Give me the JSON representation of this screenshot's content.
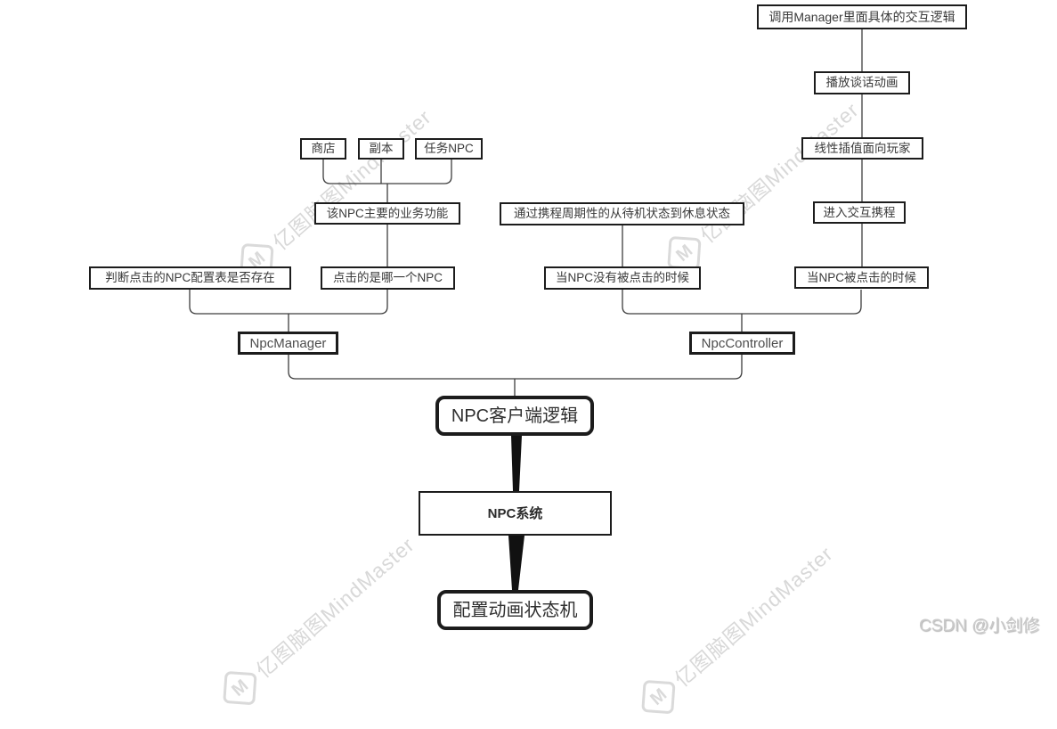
{
  "diagram": {
    "nodes": {
      "call_manager_logic": "调用Manager里面具体的交互逻辑",
      "play_talk_anim": "播放谈话动画",
      "lerp_face_player": "线性插值面向玩家",
      "enter_interaction_coroutine": "进入交互携程",
      "when_npc_clicked": "当NPC被点击的时候",
      "shop": "商店",
      "dungeon": "副本",
      "quest_npc": "任务NPC",
      "npc_main_business": "该NPC主要的业务功能",
      "check_npc_config_exists": "判断点击的NPC配置表是否存在",
      "which_npc_clicked": "点击的是哪一个NPC",
      "npc_manager": "NpcManager",
      "coroutine_idle_to_rest": "通过携程周期性的从待机状态到休息状态",
      "when_npc_not_clicked": "当NPC没有被点击的时候",
      "npc_controller": "NpcController",
      "npc_client_logic": "NPC客户端逻辑",
      "npc_system": "NPC系统",
      "config_anim_state_machine": "配置动画状态机"
    }
  },
  "watermarks": {
    "brand_logo_letter": "M",
    "brand_text": "亿图脑图MindMaster",
    "csdn_text": "CSDN @小剑修"
  },
  "colors": {
    "background": "#ffffff",
    "node_border": "#1c1c1c",
    "node_text": "#3a3a3a",
    "connector": "#3d3d3d",
    "trunk_connector": "#111111",
    "brand_watermark": "#d8d8d8",
    "csdn_watermark": "#c9c9c9"
  }
}
